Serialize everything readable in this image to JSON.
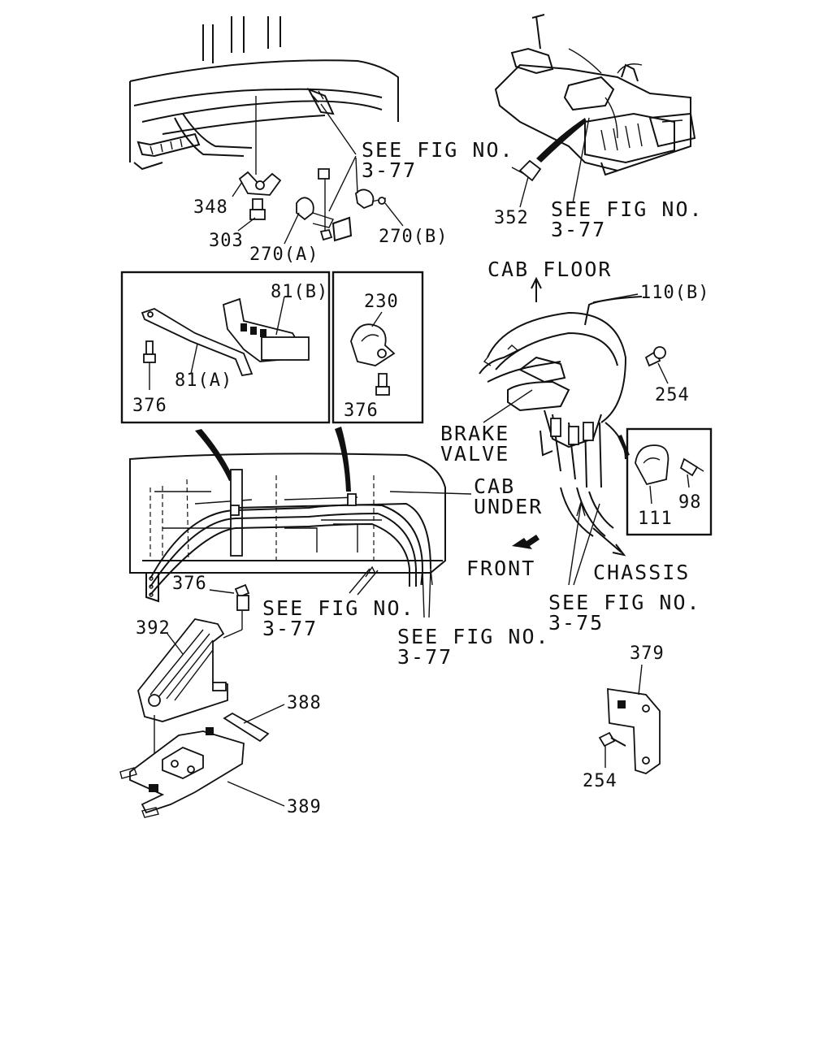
{
  "callouts": {
    "c348": "348",
    "c303": "303",
    "c270a": "270(A)",
    "c270b": "270(B)",
    "c352": "352",
    "c81b": "81(B)",
    "c81a": "81(A)",
    "c376_left": "376",
    "c230": "230",
    "c376_box": "376",
    "c110b": "110(B)",
    "c254_top": "254",
    "c111": "111",
    "c98": "98",
    "c376_low": "376",
    "c392": "392",
    "c388": "388",
    "c389": "389",
    "c379": "379",
    "c254_low": "254"
  },
  "refs": {
    "top_left_1": "SEE FIG NO.",
    "top_left_2": "3-77",
    "top_right_1": "SEE FIG NO.",
    "top_right_2": "3-77",
    "mid_left_1": "SEE FIG NO.",
    "mid_left_2": "3-77",
    "mid_center_1": "SEE FIG NO.",
    "mid_center_2": "3-77",
    "mid_right_1": "SEE FIG NO.",
    "mid_right_2": "3-75"
  },
  "directions": {
    "cab_floor": "CAB FLOOR",
    "brake_valve_1": "BRAKE",
    "brake_valve_2": "VALVE",
    "cab_under_1": "CAB",
    "cab_under_2": "UNDER",
    "front": "FRONT",
    "chassis": "CHASSIS"
  }
}
